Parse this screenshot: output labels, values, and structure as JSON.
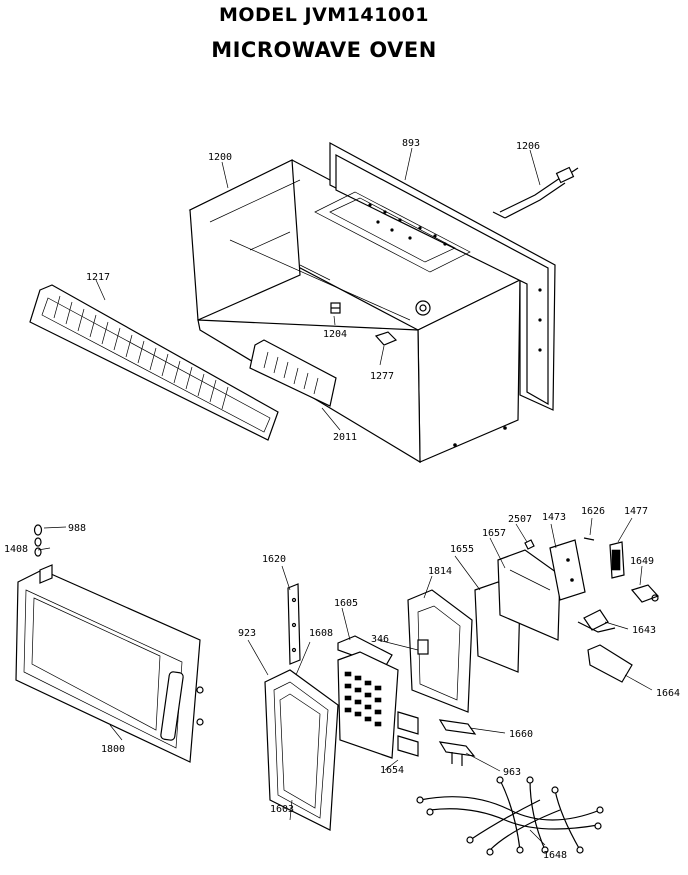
{
  "header": {
    "model": "MODEL JVM141001",
    "product": "MICROWAVE OVEN"
  },
  "parts": {
    "p893": "893",
    "p1206": "1206",
    "p1200": "1200",
    "p1217": "1217",
    "p1204": "1204",
    "p1277": "1277",
    "p2011": "2011",
    "p988": "988",
    "p1408": "1408",
    "p1800": "1800",
    "p1620": "1620",
    "p923": "923",
    "p1608": "1608",
    "p1603": "1603",
    "p1605": "1605",
    "p346": "346",
    "p1654": "1654",
    "p1814": "1814",
    "p1655": "1655",
    "p1657": "1657",
    "p2507": "2507",
    "p1473": "1473",
    "p1626": "1626",
    "p1477": "1477",
    "p1649": "1649",
    "p1643": "1643",
    "p1664": "1664",
    "p1660": "1660",
    "p963": "963",
    "p1648": "1648"
  }
}
